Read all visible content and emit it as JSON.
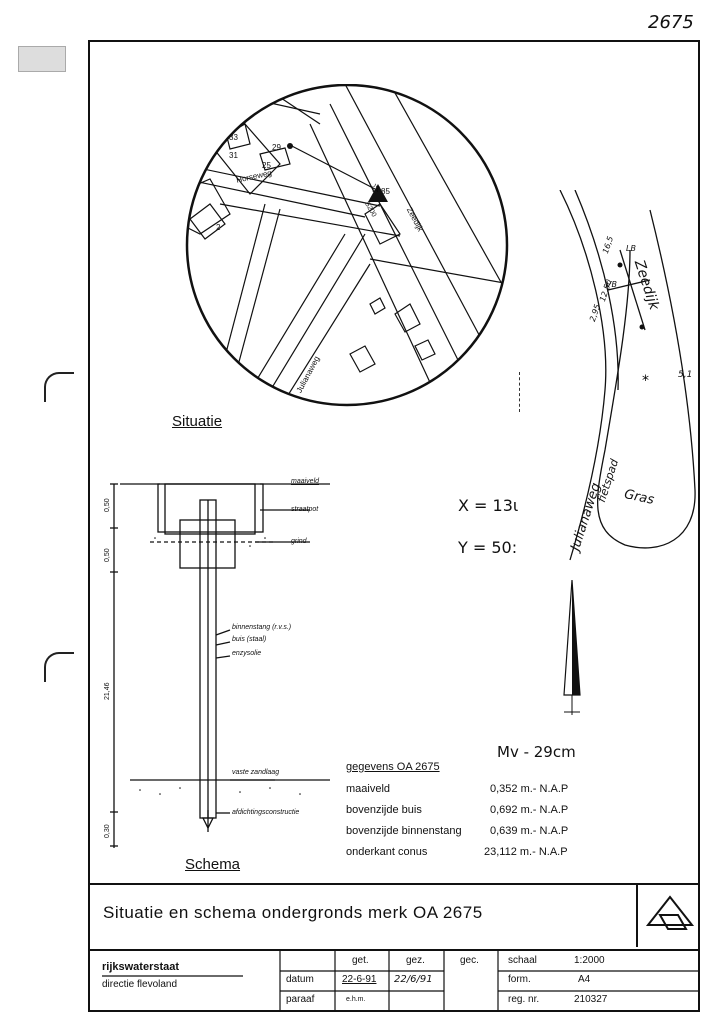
{
  "page_number": "2675",
  "map": {
    "streets": {
      "horseweg": "Horseweg",
      "zeedijk": "Zeedijk",
      "julianaweg": "Julianaweg"
    },
    "house_numbers": [
      "33",
      "31",
      "29",
      "25",
      "2"
    ],
    "marker_labels": [
      "85",
      "S200"
    ]
  },
  "sketch": {
    "labels": [
      "Zeedijk",
      "Julianaweg",
      "fietspad",
      "Gras",
      "VB",
      "LB",
      "2,95",
      "12,50",
      "16,5",
      "5,1"
    ]
  },
  "coordinates": {
    "x": "X = 13ι",
    "y": "Y = 50:"
  },
  "situatie_label": "Situatie",
  "schema_label": "Schema",
  "schema": {
    "maaiveld": "maaiveld",
    "straatpot": "straatpot",
    "grind": "grind",
    "binnenstang": "binnenstang (r.v.s.)",
    "buis": "buis (staal)",
    "enzysolie": "enzysolie",
    "vaste_zandlaag": "vaste zandlaag",
    "afdichting": "afdichtingsconstructie",
    "dims": [
      "0,50",
      "0,50",
      "21,46",
      "0,30"
    ]
  },
  "mv_note": "Mv - 29cm",
  "gegevens": {
    "title": "gegevens OA 2675",
    "rows": [
      {
        "label": "maaiveld",
        "value": "0,352 m.- N.A.P"
      },
      {
        "label": "bovenzijde buis",
        "value": "0,692 m.- N.A.P"
      },
      {
        "label": "bovenzijde binnenstang",
        "value": "0,639 m.- N.A.P"
      },
      {
        "label": "onderkant conus",
        "value": "23,112 m.- N.A.P"
      }
    ]
  },
  "title": "Situatie en schema ondergronds merk OA 2675",
  "title_block": {
    "org": "rijkswaterstaat",
    "dept": "directie flevoland",
    "row_labels": [
      "datum",
      "paraaf"
    ],
    "get": "get.",
    "gez": "gez.",
    "gec": "gec.",
    "get_datum": "22-6-91",
    "gez_datum": "22/6/91",
    "get_paraaf": "e.h.m.",
    "schaal_label": "schaal",
    "schaal_value": "1:2000",
    "form_label": "form.",
    "form_value": "A4",
    "reg_label": "reg. nr.",
    "reg_value": "210327"
  }
}
